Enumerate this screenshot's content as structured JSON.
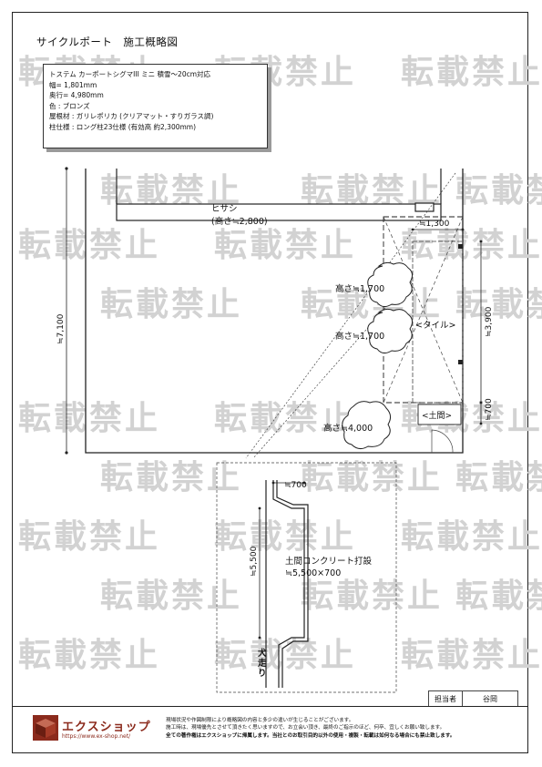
{
  "title": "サイクルポート　施工概略図",
  "spec": [
    "トステム カーポートシグマIII ミニ 積雪〜20cm対応",
    "幅= 1,801mm",
    "奥行= 4,980mm",
    "色 : ブロンズ",
    "屋根材 : ガリレポリカ (クリアマット・すりガラス調)",
    "柱仕様 : ロング柱23仕様 (有効高 約2,300mm)"
  ],
  "labels": {
    "hisashi": "ヒサシ",
    "hisashi_height": "(高さ≒2,800)",
    "dim_1300": "≒1,300",
    "tree1": "高さ≒1,700",
    "tree2": "高さ≒1,700",
    "tree3": "高さ≒4,000",
    "tile": "<タイル>",
    "doma": "<土間>",
    "dim_7100": "≒7,100",
    "dim_3900": "≒3,900",
    "dim_700_side": "≒700",
    "dim_700_detail": "≒700",
    "dim_5500": "≒5,500",
    "concrete": "土間コンクリート打設",
    "concrete_size": "≒5,500×700",
    "inutari": "犬走り"
  },
  "watermark": "転載禁止",
  "stamp": {
    "role": "担当者",
    "name": "谷岡"
  },
  "logo": {
    "name": "エクスショップ",
    "url": "https://www.ex-shop.net/"
  },
  "notes": [
    "現場状況や作図制限により概略図の内容と多少の違いが生じることがございます。",
    "施工時は、現場優先とさせて頂きたく思いますので、お立会い頂き、最終のご指示のほど、何卒、宜しくお願い致します。",
    "全ての著作権はエクスショップに帰属します。当社とのお取引目的以外の使用・複製・転載は如何なる場合にも禁止致します。"
  ]
}
